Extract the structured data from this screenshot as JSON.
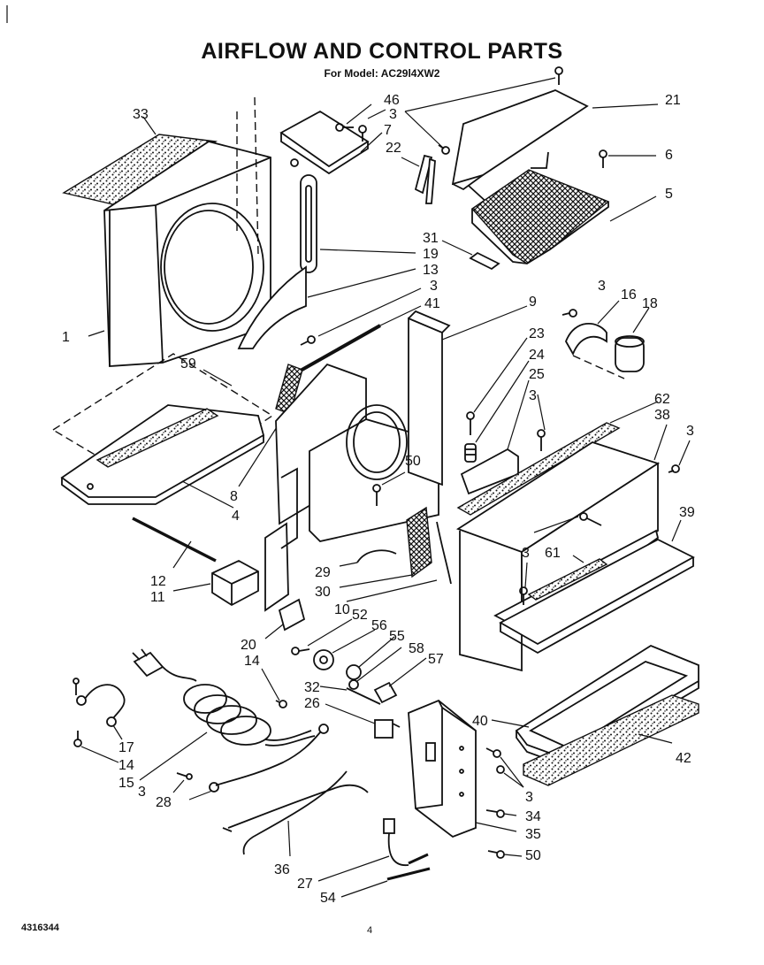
{
  "header": {
    "title": "AIRFLOW AND CONTROL PARTS",
    "subtitle": "For Model: AC29l4XW2"
  },
  "footer": {
    "doc_number": "4316344",
    "page_number": "4"
  },
  "callouts": [
    "46",
    "3",
    "7",
    "33",
    "22",
    "21",
    "6",
    "5",
    "31",
    "19",
    "13",
    "3",
    "1",
    "41",
    "9",
    "3",
    "16",
    "18",
    "59",
    "23",
    "24",
    "25",
    "3",
    "62",
    "38",
    "3",
    "50",
    "8",
    "4",
    "39",
    "12",
    "11",
    "29",
    "30",
    "10",
    "3",
    "61",
    "20",
    "52",
    "56",
    "55",
    "58",
    "57",
    "14",
    "32",
    "26",
    "40",
    "42",
    "17",
    "14",
    "15",
    "3",
    "28",
    "3",
    "34",
    "35",
    "50",
    "36",
    "27",
    "54"
  ]
}
